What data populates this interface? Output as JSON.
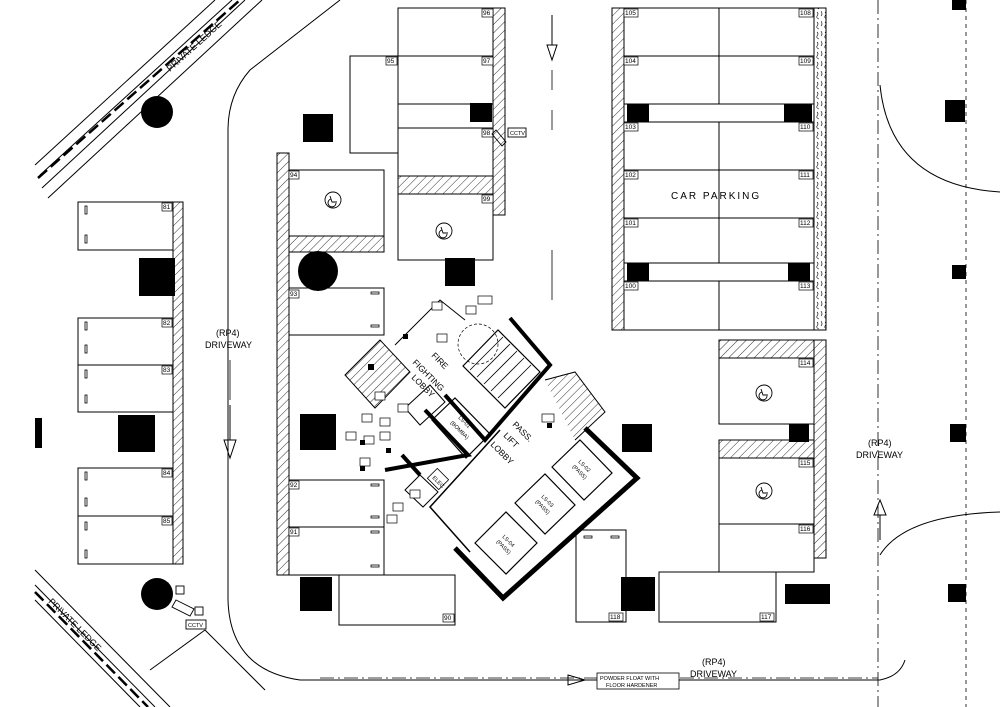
{
  "labels": {
    "private_ledge": "PRIVATE LEDGE",
    "rp4": "(RP4)",
    "driveway": "DRIVEWAY",
    "car_parking": "CAR PARKING",
    "fire": "FIRE",
    "fighting": "FIGHTING",
    "lobby": "LOBBY",
    "pass": "PASS.",
    "lift": "LIFT",
    "cctv": "CCTV",
    "elec": "ELEC",
    "powder_1": "POWDER FLOAT WITH",
    "powder_2": "FLOOR HARDENER",
    "lift_fire": "LS-01",
    "lift_fire_sub": "(BOMBA)",
    "lift_p1": "LS-02",
    "lift_p2": "LS-03",
    "lift_p3": "LS-04",
    "lift_pass_sub": "(PASS)"
  },
  "lots": {
    "l81": "81",
    "l82": "82",
    "l83": "83",
    "l84": "84",
    "l85": "85",
    "l90": "90",
    "l91": "91",
    "l92": "92",
    "l93": "93",
    "l94": "94",
    "l95": "95",
    "l96": "96",
    "l97": "97",
    "l98": "98",
    "l99": "99",
    "l100": "100",
    "l101": "101",
    "l102": "102",
    "l103": "103",
    "l104": "104",
    "l105": "105",
    "l108": "108",
    "l109": "109",
    "l110": "110",
    "l111": "111",
    "l112": "112",
    "l113": "113",
    "l114": "114",
    "l115": "115",
    "l116": "116",
    "l117": "117",
    "l118": "118"
  },
  "icons": {
    "accessible": "wheelchair-icon",
    "camera": "cctv-camera-icon",
    "arrow": "direction-arrow-icon"
  }
}
